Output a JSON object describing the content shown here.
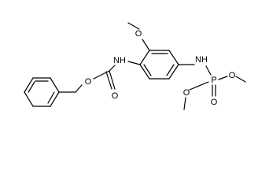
{
  "molecule": {
    "atoms": {
      "methoxy_O": "O",
      "methoxy_C": "",
      "carbamate_N": "NH",
      "carbamate_O_ester": "O",
      "carbamate_O_carbonyl": "O",
      "amide_N": "NH",
      "P": "P",
      "P_O_double": "O",
      "P_O_left": "O",
      "P_O_right": "O"
    }
  }
}
